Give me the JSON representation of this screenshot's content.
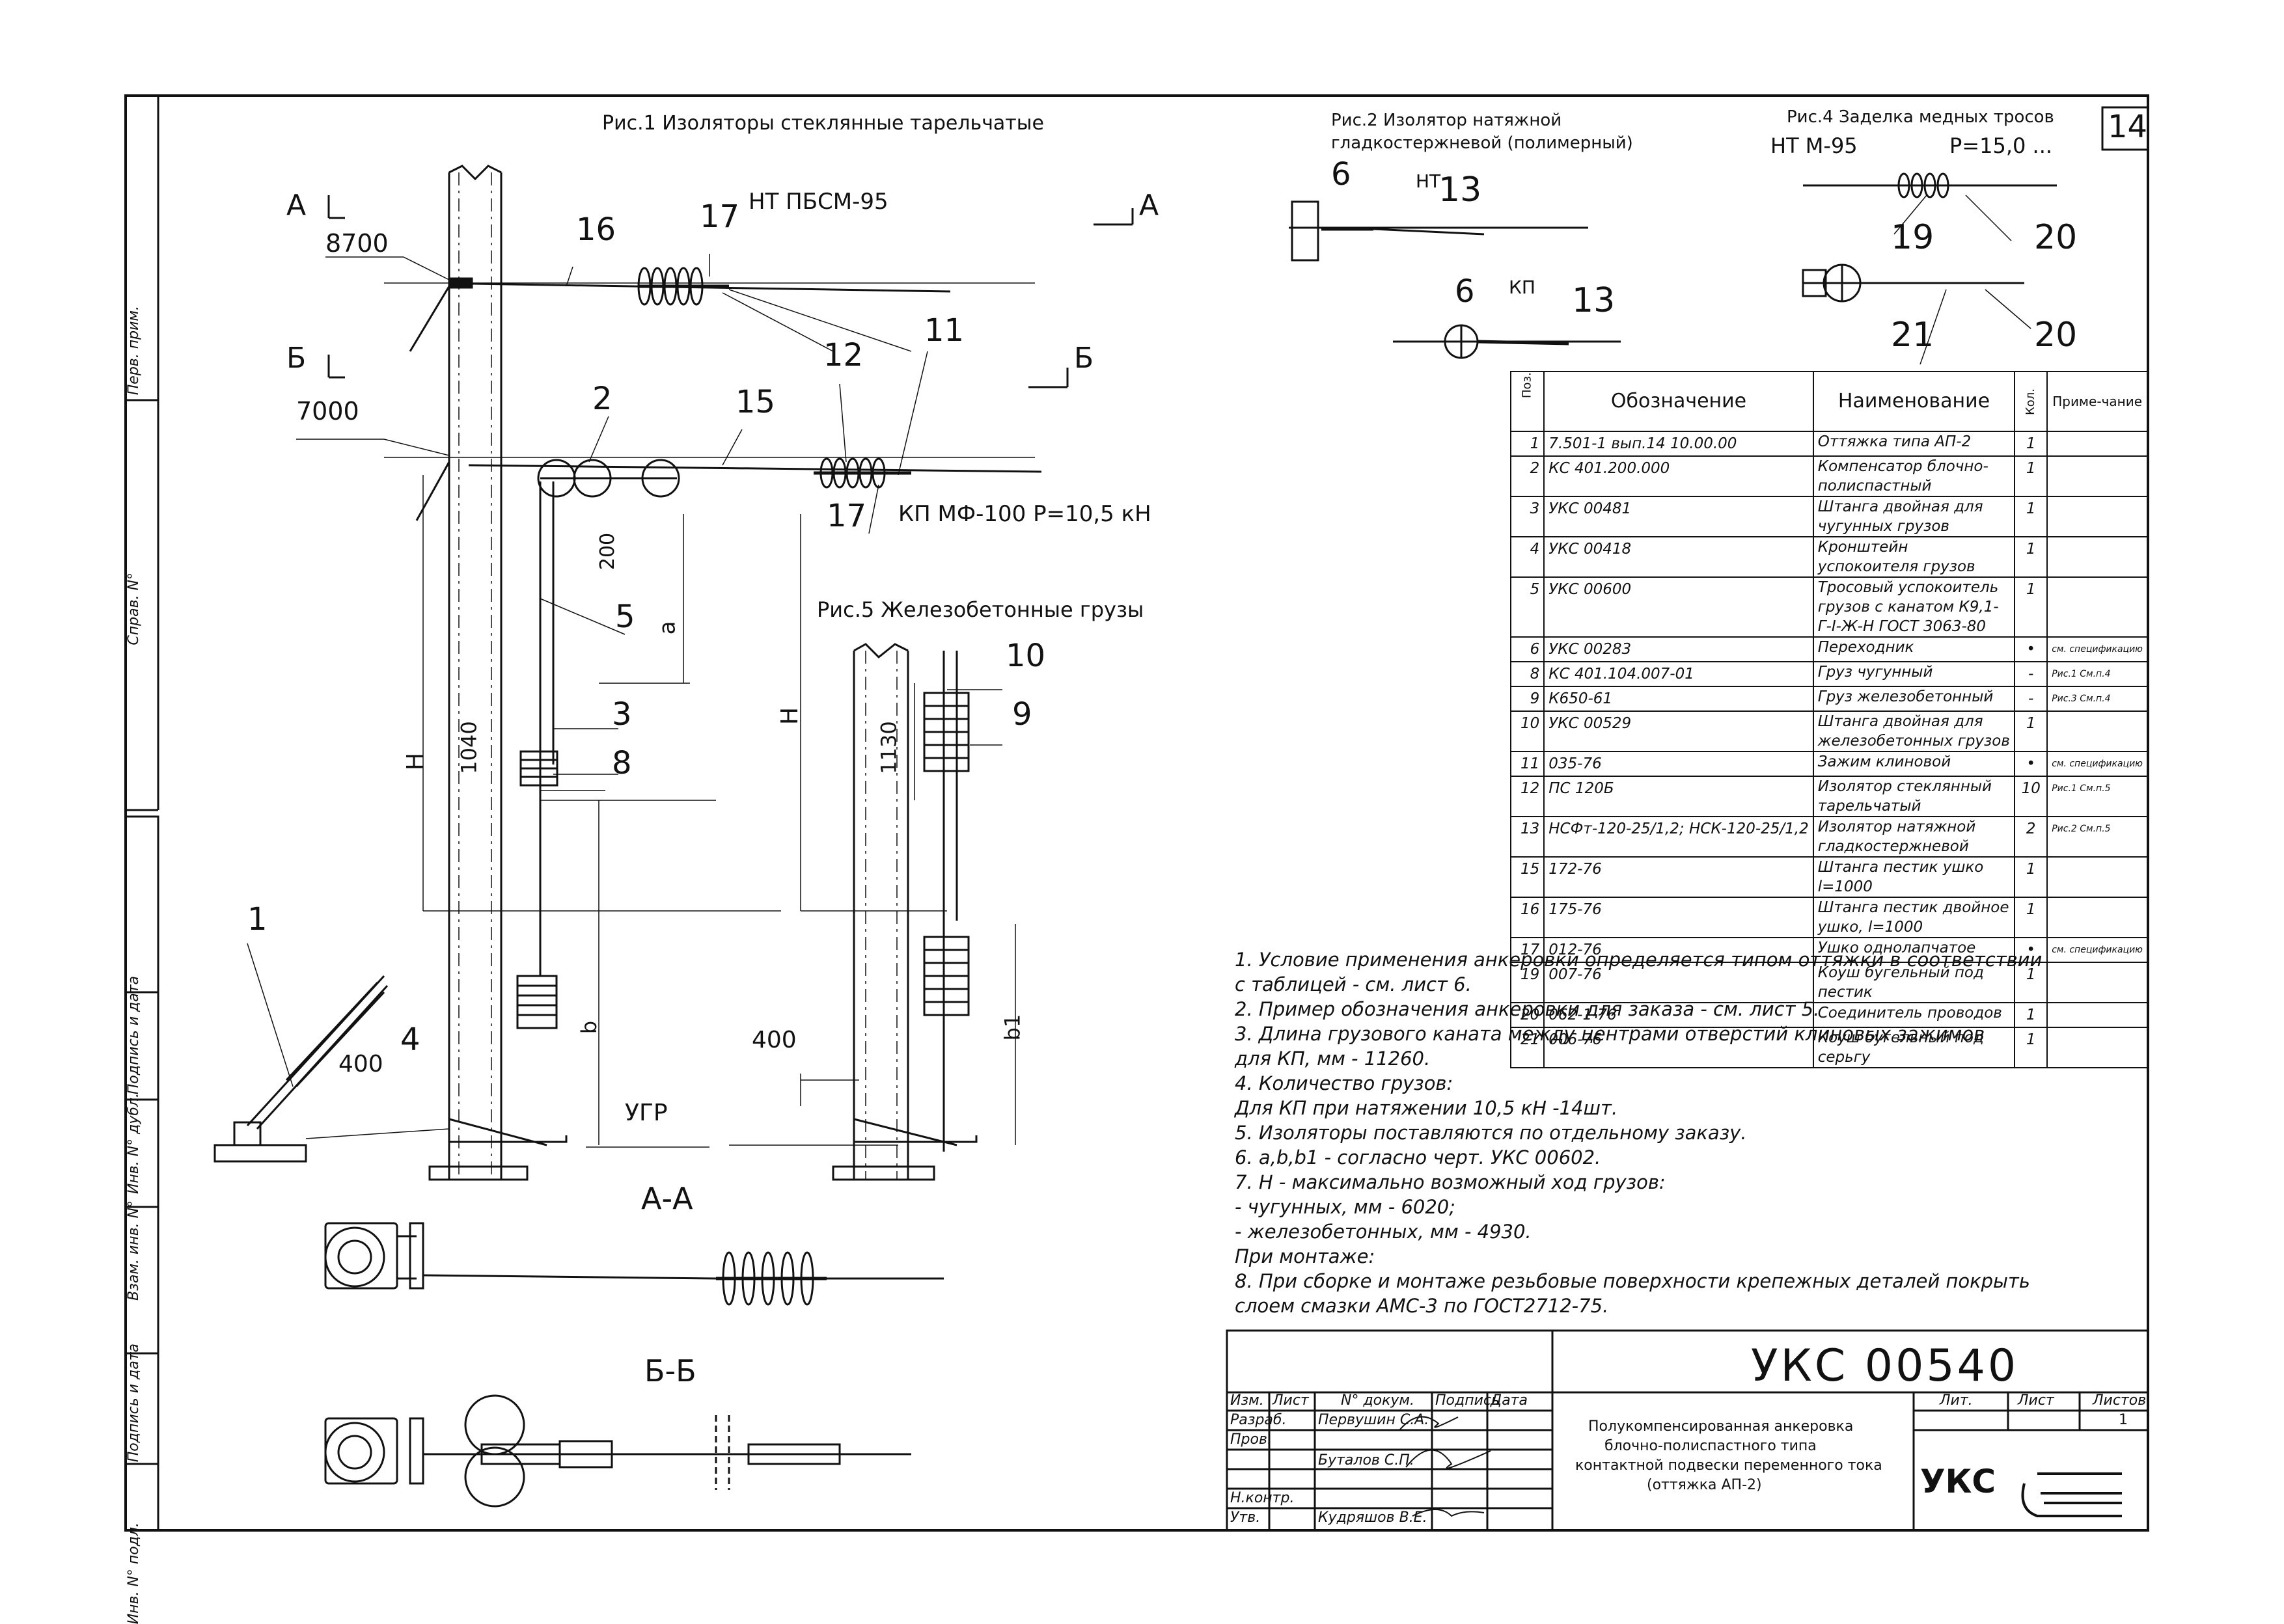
{
  "sheet_number": "14",
  "figures": {
    "fig1_title": "Рис.1 Изоляторы стеклянные тарельчатые",
    "fig2_title_l1": "Рис.2 Изолятор натяжной",
    "fig2_title_l2": "гладкостержневой (полимерный)",
    "fig4_title": "Рис.4 Заделка медных тросов",
    "fig4_sub": "НТ М-95",
    "fig4_p": "P=15,0 ...",
    "fig5_title": "Рис.5 Железобетонные грузы",
    "nt_pbsm": "НТ ПБСМ-95",
    "kp_mf": "КП МФ-100 P=10,5 кН",
    "fig2_nt": "НТ",
    "fig2_kp": "КП"
  },
  "labels": {
    "A_left": "А",
    "A_right": "А",
    "B_left": "Б",
    "B_right": "Б",
    "dim_8700": "8700",
    "dim_7000": "7000",
    "dim_200": "200",
    "dim_a": "а",
    "dim_1040": "1040",
    "dim_1130": "1130",
    "dim_H": "Н",
    "dim_H2": "Н",
    "dim_b": "b",
    "dim_b1": "b1",
    "dim_400_l": "400",
    "dim_400_r": "400",
    "ugr": "УГР",
    "section_AA": "А-А",
    "section_BB": "Б-Б",
    "p1": "1",
    "p2": "2",
    "p3": "3",
    "p4": "4",
    "p5": "5",
    "p6a": "6",
    "p6b": "6",
    "p8": "8",
    "p9": "9",
    "p10": "10",
    "p11": "11",
    "p12": "12",
    "p13a": "13",
    "p13b": "13",
    "p15": "15",
    "p16": "16",
    "p17a": "17",
    "p17b": "17",
    "p19": "19",
    "p20a": "20",
    "p20b": "20",
    "p21": "21"
  },
  "spec_table": {
    "headers": {
      "pos": "Поз.",
      "designation": "Обозначение",
      "name": "Наименование",
      "qty": "Кол.",
      "note": "Приме-чание"
    },
    "rows": [
      {
        "pos": "1",
        "des": "7.501-1 вып.14 10.00.00",
        "name": "Оттяжка типа АП-2",
        "qty": "1",
        "note": ""
      },
      {
        "pos": "2",
        "des": "КС 401.200.000",
        "name": "Компенсатор блочно-полиспастный",
        "qty": "1",
        "note": ""
      },
      {
        "pos": "3",
        "des": "УКС 00481",
        "name": "Штанга двойная для чугунных грузов",
        "qty": "1",
        "note": ""
      },
      {
        "pos": "4",
        "des": "УКС 00418",
        "name": "Кронштейн успокоителя грузов",
        "qty": "1",
        "note": ""
      },
      {
        "pos": "5",
        "des": "УКС 00600",
        "name": "Тросовый успокоитель грузов с канатом К9,1-Г-I-Ж-Н ГОСТ 3063-80",
        "qty": "1",
        "note": ""
      },
      {
        "pos": "6",
        "des": "УКС 00283",
        "name": "Переходник",
        "qty": "•",
        "note": "см. спецификацию"
      },
      {
        "pos": "8",
        "des": "КС 401.104.007-01",
        "name": "Груз чугунный",
        "qty": "-",
        "note": "Рис.1 См.п.4"
      },
      {
        "pos": "9",
        "des": "К650-61",
        "name": "Груз железобетонный",
        "qty": "-",
        "note": "Рис.3 См.п.4"
      },
      {
        "pos": "10",
        "des": "УКС 00529",
        "name": "Штанга двойная для железобетонных грузов",
        "qty": "1",
        "note": ""
      },
      {
        "pos": "11",
        "des": "035-76",
        "name": "Зажим клиновой",
        "qty": "•",
        "note": "см. спецификацию"
      },
      {
        "pos": "12",
        "des": "ПС 120Б",
        "name": "Изолятор стеклянный тарельчатый",
        "qty": "10",
        "note": "Рис.1 См.п.5"
      },
      {
        "pos": "13",
        "des": "НСФт-120-25/1,2; НСК-120-25/1,2",
        "name": "Изолятор натяжной гладкостержневой",
        "qty": "2",
        "note": "Рис.2 См.п.5"
      },
      {
        "pos": "15",
        "des": "172-76",
        "name": "Штанга пестик ушко l=1000",
        "qty": "1",
        "note": ""
      },
      {
        "pos": "16",
        "des": "175-76",
        "name": "Штанга пестик двойное ушко, l=1000",
        "qty": "1",
        "note": ""
      },
      {
        "pos": "17",
        "des": "012-76",
        "name": "Ушко однолапчатое",
        "qty": "•",
        "note": "см. спецификацию"
      },
      {
        "pos": "19",
        "des": "007-76",
        "name": "Коуш бугельный под пестик",
        "qty": "1",
        "note": ""
      },
      {
        "pos": "20",
        "des": "062-1-76",
        "name": "Соединитель проводов",
        "qty": "1",
        "note": ""
      },
      {
        "pos": "21",
        "des": "006-76",
        "name": "Коуш бугельный под серьгу",
        "qty": "1",
        "note": ""
      }
    ]
  },
  "notes": [
    "1. Условие применения анкеровки определяется типом оттяжки в соответствии",
    "с таблицей - см. лист 6.",
    "2. Пример обозначения анкеровки для заказа - см. лист 5.",
    "3. Длина грузового каната между центрами отверстий клиновых зажимов",
    "для КП, мм - 11260.",
    "4. Количество грузов:",
    "Для КП при натяжении 10,5 кН -14шт.",
    "5. Изоляторы поставляются по отдельному заказу.",
    "6. а,b,b1 - согласно черт. УКС 00602.",
    "7. Н - максимально возможный ход грузов:",
    "    - чугунных, мм          - 6020;",
    "    - железобетонных, мм - 4930.",
    "                                           При монтаже:",
    "8. При сборке и монтаже резьбовые поверхности крепежных деталей покрыть",
    "слоем смазки АМС-3 по ГОСТ2712-75."
  ],
  "title_block": {
    "doc_code": "УКС 00540",
    "col_izm": "Изм.",
    "col_list": "Лист",
    "col_doc": "N° докум.",
    "col_sign": "Подпись",
    "col_date": "Дата",
    "razrab_label": "Разраб.",
    "razrab_name": "Первушин С.А.",
    "prov_label": "Пров.",
    "prov_name": "Буталов С.П.",
    "nkontr_label": "Н.контр.",
    "utv_label": "Утв.",
    "utv_name": "Кудряшов В.Е.",
    "title_l1": "Полукомпенсированная анкеровка",
    "title_l2": "блочно-полиспастного типа",
    "title_l3": "контактной подвески переменного тока",
    "title_l4": "(оттяжка АП-2)",
    "lit_label": "Лит.",
    "list_label": "Лист",
    "listov_label": "Листов",
    "listov_value": "1",
    "org": "УКС"
  },
  "side_stamps": {
    "perv_prim": "Перв. прим.",
    "sprav_n": "Справ. N°",
    "podp_data_1": "Подпись и дата",
    "inv_dubl": "Инв. N° дубл.",
    "vzam_inv": "Взам. инв. N°",
    "podp_data_2": "Подпись и дата",
    "inv_podl": "Инв. N° подл."
  }
}
